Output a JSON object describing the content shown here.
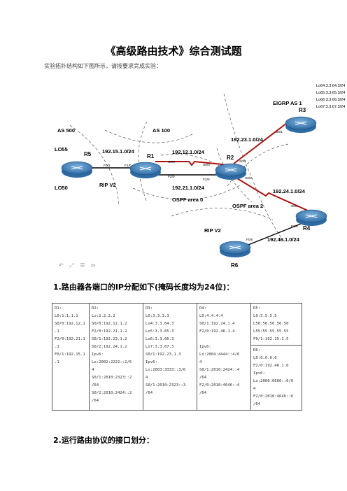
{
  "doc": {
    "title": "《高级路由技术》综合测试题",
    "intro": "实验拓扑结构如下图所示，请按要求完成实验：",
    "section1": "1.路由器各端口的IP分配如下(掩码长度均为24位)：",
    "section2": "2.运行路由协议的接口划分：",
    "toolbar_icons": "↶ ⤢ ☰ ⊳"
  },
  "diagram": {
    "routers": {
      "r1": "R1",
      "r2": "R2",
      "r3": "R3",
      "r4": "R4",
      "r5": "R5",
      "r6": "R6"
    },
    "areas": {
      "as500": "AS 500",
      "as100": "AS 100",
      "eigrp": "EIGRP AS 1",
      "ospf0": "OSPF area 0",
      "ospf2": "OSPF area 2",
      "rip_left": "RIP V2",
      "rip_bottom": "RIP V2"
    },
    "loopbacks": {
      "lo55": "LO55",
      "lo50": "LO50"
    },
    "loopback_box": [
      "Lo64:3.3.64.3/24",
      "Lo65:3.3.65.3/24",
      "Lo66:3.3.66.3/24",
      "Lo67:3.3.67.3/24"
    ],
    "networks": {
      "n15": "192.15.1.0/24",
      "n12": "192.12.1.0/24",
      "n21": "192.21.1.0/24",
      "n23": "192.23.1.0/24",
      "n24": "192.24.1.0/24",
      "n46": "192.46.1.0/24"
    },
    "ports": {
      "r5_f01": "F0/1",
      "r1_f11": "F1/0",
      "r1_s00": "S0/0",
      "r1_f20": "F2/0",
      "r2_s00": "S0/0",
      "r2_f20": "F2/0",
      "r2_s01": "S0/1",
      "r2_s02": "S0/2",
      "r3_s01": "S0/1",
      "r4_s01": "S0/1",
      "r4_f20": "F2/0",
      "r6_f00": "F0/0"
    }
  },
  "ip_table": {
    "r1": [
      "R1:",
      "L0:1.1.1.1",
      "S0/0:192.12.1",
      ".1",
      "F2/0:192.21.1",
      ".1",
      "F0/1:192.15.1",
      ".1"
    ],
    "r2": [
      "R2:",
      "Lo:2.2.2.2",
      "S0/0:192.12.1.2",
      "F2/0:192.21.1.2",
      "S0/1:192.23.1.2",
      "S0/2:192.24.1.2",
      "Ipv6:",
      "Lo:2002:2222::2/6",
      "4",
      "S0/1:2010:2323::2",
      "/64",
      "S0/2:2010:2424::2",
      "/64"
    ],
    "r3": [
      "R3:",
      "L0:3.3.3.3",
      "Lo4:3.3.64.3",
      "Lo5:3.3.65.3",
      "Lo6:3.3.66.3",
      "Lo7:3.3.67.3",
      "S0/1:192.23.1.3",
      "Ipv6:",
      "Lo:2003:3333::3/6",
      "4",
      "S0/1:2010:2323::3",
      "/64"
    ],
    "r4": [
      "R4:",
      "L0:4.4.4.4",
      "S0/1:192.24.1.4",
      "F2/0:192.46.1.4",
      "",
      "Ipv6:",
      "Lo:2004:4444::4/6",
      "4",
      "S0/1:2010:2424::4",
      "/64",
      "F2/0:2010:4646::4",
      "/64"
    ],
    "r5": [
      "R5:",
      "L0:5.5.5.5",
      "L50:50.50.50.50",
      "L55:55.55.55.55",
      "F0/1:192.15.1.5"
    ],
    "r6": [
      "R6:",
      "L0:6.6.6.6",
      "F2/0:192.46.1.6",
      "Ipv6:",
      "Lo:2006:6666::6/6",
      "4",
      "F2/0:2010:4646::6",
      "/64"
    ]
  }
}
